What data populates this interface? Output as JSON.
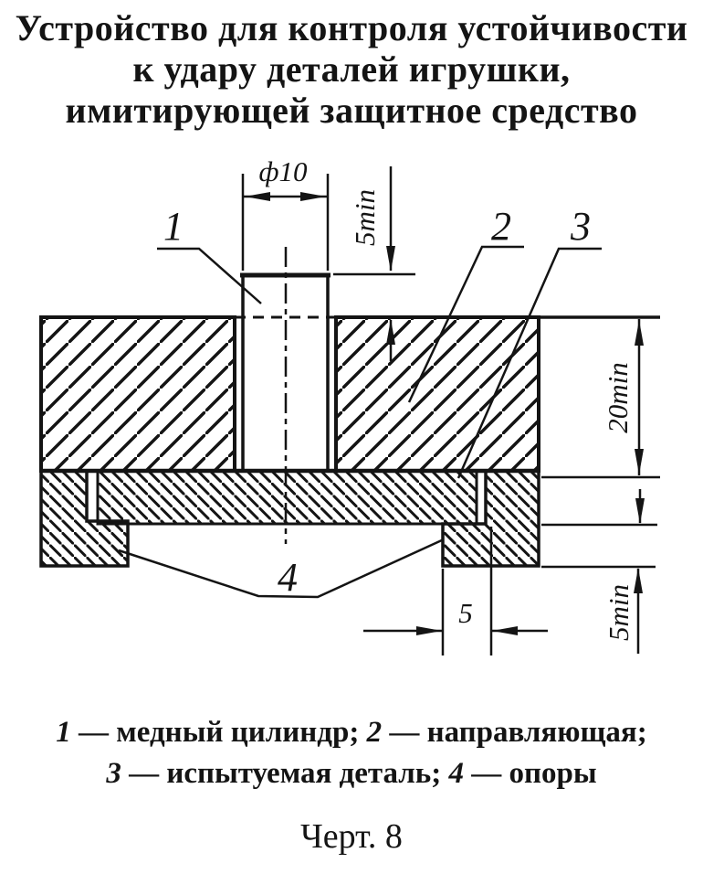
{
  "title": {
    "line1": "Устройство для контроля устойчивости",
    "line2": "к удару деталей игрушки,",
    "line3": "имитирующей защитное средство"
  },
  "drawing": {
    "part_labels": {
      "p1": "1",
      "p2": "2",
      "p3": "3",
      "p4": "4"
    },
    "dims": {
      "diameter": "ф10",
      "cylinder_protrusion_min": "5min",
      "guide_height_min": "20min",
      "support_height_min": "5min",
      "support_width": "5"
    },
    "colors": {
      "ink": "#141414",
      "paper": "#ffffff"
    }
  },
  "legend": {
    "n1": "1",
    "t1": " — медный цилиндр; ",
    "n2": "2",
    "t2": " — направляющая;",
    "n3": "3",
    "t3": " — испытуемая деталь; ",
    "n4": "4",
    "t4": " — опоры"
  },
  "caption": "Черт. 8"
}
